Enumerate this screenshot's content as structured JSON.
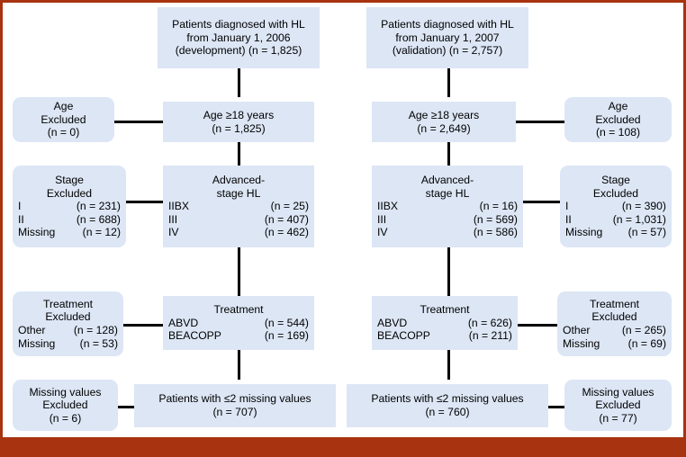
{
  "figure": {
    "type": "flowchart",
    "title": "Patient selection flow diagram (development and validation cohorts)",
    "colors": {
      "box_fill": "#dce6f5",
      "frame": "#a83310",
      "connector": "#000000",
      "text": "#000000",
      "background": "#ffffff"
    }
  },
  "cohorts": {
    "development": {
      "top": {
        "line1": "Patients diagnosed with HL",
        "line2": "from January 1, 2006",
        "line3": "(development) (n = 1,825)"
      },
      "age": {
        "line1": "Age ≥18 years",
        "line2": "(n = 1,825)"
      },
      "age_excluded": {
        "line1": "Age",
        "line2": "Excluded",
        "line3": "(n = 0)"
      },
      "stage": {
        "title1": "Advanced-",
        "title2": "stage HL",
        "rows": [
          {
            "label": "IIBX",
            "value": "(n = 25)"
          },
          {
            "label": "III",
            "value": "(n = 407)"
          },
          {
            "label": "IV",
            "value": "(n = 462)"
          }
        ]
      },
      "stage_excluded": {
        "title1": "Stage",
        "title2": "Excluded",
        "rows": [
          {
            "label": "I",
            "value": "(n = 231)"
          },
          {
            "label": "II",
            "value": "(n = 688)"
          },
          {
            "label": "Missing",
            "value": "(n = 12)"
          }
        ]
      },
      "treatment": {
        "title1": "Treatment",
        "rows": [
          {
            "label": "ABVD",
            "value": "(n = 544)"
          },
          {
            "label": "BEACOPP",
            "value": "(n = 169)"
          }
        ]
      },
      "treatment_excluded": {
        "title1": "Treatment",
        "title2": "Excluded",
        "rows": [
          {
            "label": "Other",
            "value": "(n = 128)"
          },
          {
            "label": "Missing",
            "value": "(n = 53)"
          }
        ]
      },
      "final": {
        "line1": "Patients with ≤2 missing values",
        "line2": "(n = 707)"
      },
      "missing_excluded": {
        "line1": "Missing values",
        "line2": "Excluded",
        "line3": "(n = 6)"
      }
    },
    "validation": {
      "top": {
        "line1": "Patients diagnosed with HL",
        "line2": "from January 1, 2007",
        "line3": "(validation) (n = 2,757)"
      },
      "age": {
        "line1": "Age ≥18 years",
        "line2": "(n = 2,649)"
      },
      "age_excluded": {
        "line1": "Age",
        "line2": "Excluded",
        "line3": "(n = 108)"
      },
      "stage": {
        "title1": "Advanced-",
        "title2": "stage HL",
        "rows": [
          {
            "label": "IIBX",
            "value": "(n = 16)"
          },
          {
            "label": "III",
            "value": "(n = 569)"
          },
          {
            "label": "IV",
            "value": "(n = 586)"
          }
        ]
      },
      "stage_excluded": {
        "title1": "Stage",
        "title2": "Excluded",
        "rows": [
          {
            "label": "I",
            "value": "(n = 390)"
          },
          {
            "label": "II",
            "value": "(n = 1,031)"
          },
          {
            "label": "Missing",
            "value": "(n = 57)"
          }
        ]
      },
      "treatment": {
        "title1": "Treatment",
        "rows": [
          {
            "label": "ABVD",
            "value": "(n = 626)"
          },
          {
            "label": "BEACOPP",
            "value": "(n = 211)"
          }
        ]
      },
      "treatment_excluded": {
        "title1": "Treatment",
        "title2": "Excluded",
        "rows": [
          {
            "label": "Other",
            "value": "(n = 265)"
          },
          {
            "label": "Missing",
            "value": "(n = 69)"
          }
        ]
      },
      "final": {
        "line1": "Patients with ≤2 missing values",
        "line2": "(n = 760)"
      },
      "missing_excluded": {
        "line1": "Missing values",
        "line2": "Excluded",
        "line3": "(n = 77)"
      }
    }
  }
}
